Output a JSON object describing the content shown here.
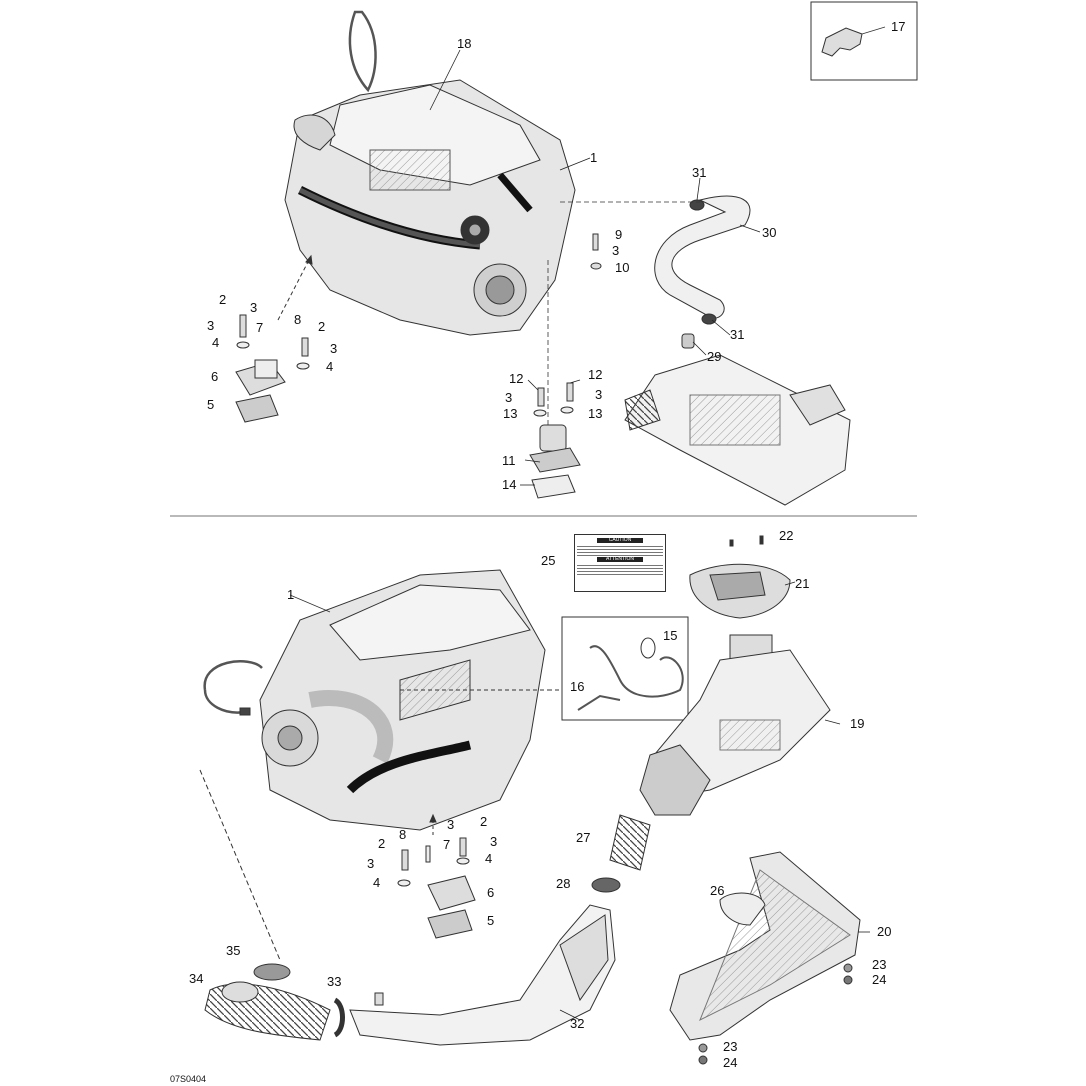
{
  "diagram": {
    "document_id": "07S0404",
    "caution_label": {
      "heading_1": "CAUTION",
      "heading_2": "ATTENTION"
    },
    "callouts": [
      {
        "id": "c18",
        "text": "18"
      },
      {
        "id": "c17",
        "text": "17"
      },
      {
        "id": "c1a",
        "text": "1"
      },
      {
        "id": "c31a",
        "text": "31"
      },
      {
        "id": "c30",
        "text": "30"
      },
      {
        "id": "c9",
        "text": "9"
      },
      {
        "id": "c3_9",
        "text": "3"
      },
      {
        "id": "c10",
        "text": "10"
      },
      {
        "id": "c31b",
        "text": "31"
      },
      {
        "id": "c29",
        "text": "29"
      },
      {
        "id": "c2a",
        "text": "2"
      },
      {
        "id": "c3a",
        "text": "3"
      },
      {
        "id": "c8a",
        "text": "8"
      },
      {
        "id": "c2b",
        "text": "2"
      },
      {
        "id": "c3b",
        "text": "3"
      },
      {
        "id": "c7a",
        "text": "7"
      },
      {
        "id": "c3c",
        "text": "3"
      },
      {
        "id": "c4a",
        "text": "4"
      },
      {
        "id": "c4b",
        "text": "4"
      },
      {
        "id": "c6a",
        "text": "6"
      },
      {
        "id": "c5a",
        "text": "5"
      },
      {
        "id": "c12a",
        "text": "12"
      },
      {
        "id": "c12b",
        "text": "12"
      },
      {
        "id": "c3d",
        "text": "3"
      },
      {
        "id": "c3e",
        "text": "3"
      },
      {
        "id": "c13a",
        "text": "13"
      },
      {
        "id": "c13b",
        "text": "13"
      },
      {
        "id": "c11",
        "text": "11"
      },
      {
        "id": "c14",
        "text": "14"
      },
      {
        "id": "c22",
        "text": "22"
      },
      {
        "id": "c25",
        "text": "25"
      },
      {
        "id": "c21",
        "text": "21"
      },
      {
        "id": "c1b",
        "text": "1"
      },
      {
        "id": "c15",
        "text": "15"
      },
      {
        "id": "c16",
        "text": "16"
      },
      {
        "id": "c19",
        "text": "19"
      },
      {
        "id": "c8b",
        "text": "8"
      },
      {
        "id": "c3f",
        "text": "3"
      },
      {
        "id": "c2c",
        "text": "2"
      },
      {
        "id": "c2d",
        "text": "2"
      },
      {
        "id": "c7b",
        "text": "7"
      },
      {
        "id": "c3g",
        "text": "3"
      },
      {
        "id": "c3h",
        "text": "3"
      },
      {
        "id": "c4c",
        "text": "4"
      },
      {
        "id": "c4d",
        "text": "4"
      },
      {
        "id": "c6b",
        "text": "6"
      },
      {
        "id": "c5b",
        "text": "5"
      },
      {
        "id": "c27",
        "text": "27"
      },
      {
        "id": "c28",
        "text": "28"
      },
      {
        "id": "c26",
        "text": "26"
      },
      {
        "id": "c20",
        "text": "20"
      },
      {
        "id": "c35",
        "text": "35"
      },
      {
        "id": "c34",
        "text": "34"
      },
      {
        "id": "c33",
        "text": "33"
      },
      {
        "id": "c32",
        "text": "32"
      },
      {
        "id": "c23a",
        "text": "23"
      },
      {
        "id": "c24a",
        "text": "24"
      },
      {
        "id": "c23b",
        "text": "23"
      },
      {
        "id": "c24b",
        "text": "24"
      }
    ]
  }
}
